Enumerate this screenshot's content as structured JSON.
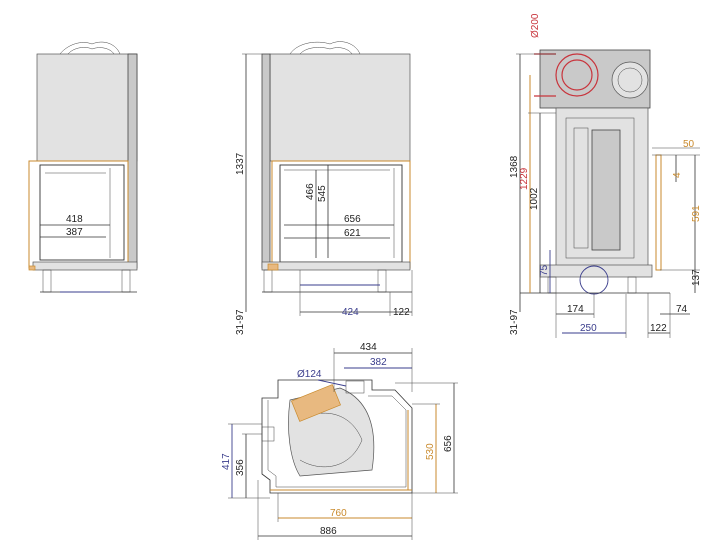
{
  "dimensions": {
    "front_view": {
      "inner_width": "418",
      "glass_width": "387"
    },
    "side_view": {
      "total_height": "1337",
      "feet_range": "31-97",
      "glass_height": "466",
      "opening_height": "545",
      "outer_width": "656",
      "glass_width": "621",
      "depth": "424",
      "offset": "122"
    },
    "right_view": {
      "total_height": "1368",
      "flue_height": "1229",
      "outlet_height": "1002",
      "base_height": "75",
      "feet_range": "31-97",
      "flue_diameter": "Ø200",
      "top_offset": "50",
      "top_gap": "4",
      "door_height": "591",
      "bottom_offset": "137",
      "inlet_offset": "174",
      "inlet_width": "250",
      "side_offset": "122",
      "side_depth": "74"
    },
    "top_view": {
      "width_top": "434",
      "width_inner": "382",
      "air_diameter": "Ø124",
      "depth_1": "417",
      "depth_2": "356",
      "depth_3": "530",
      "depth_total": "656",
      "width_bottom": "760",
      "width_total": "886"
    }
  },
  "colors": {
    "line": "#333333",
    "blue": "#3a3d8c",
    "orange": "#c98a2c",
    "red": "#c8343c"
  }
}
